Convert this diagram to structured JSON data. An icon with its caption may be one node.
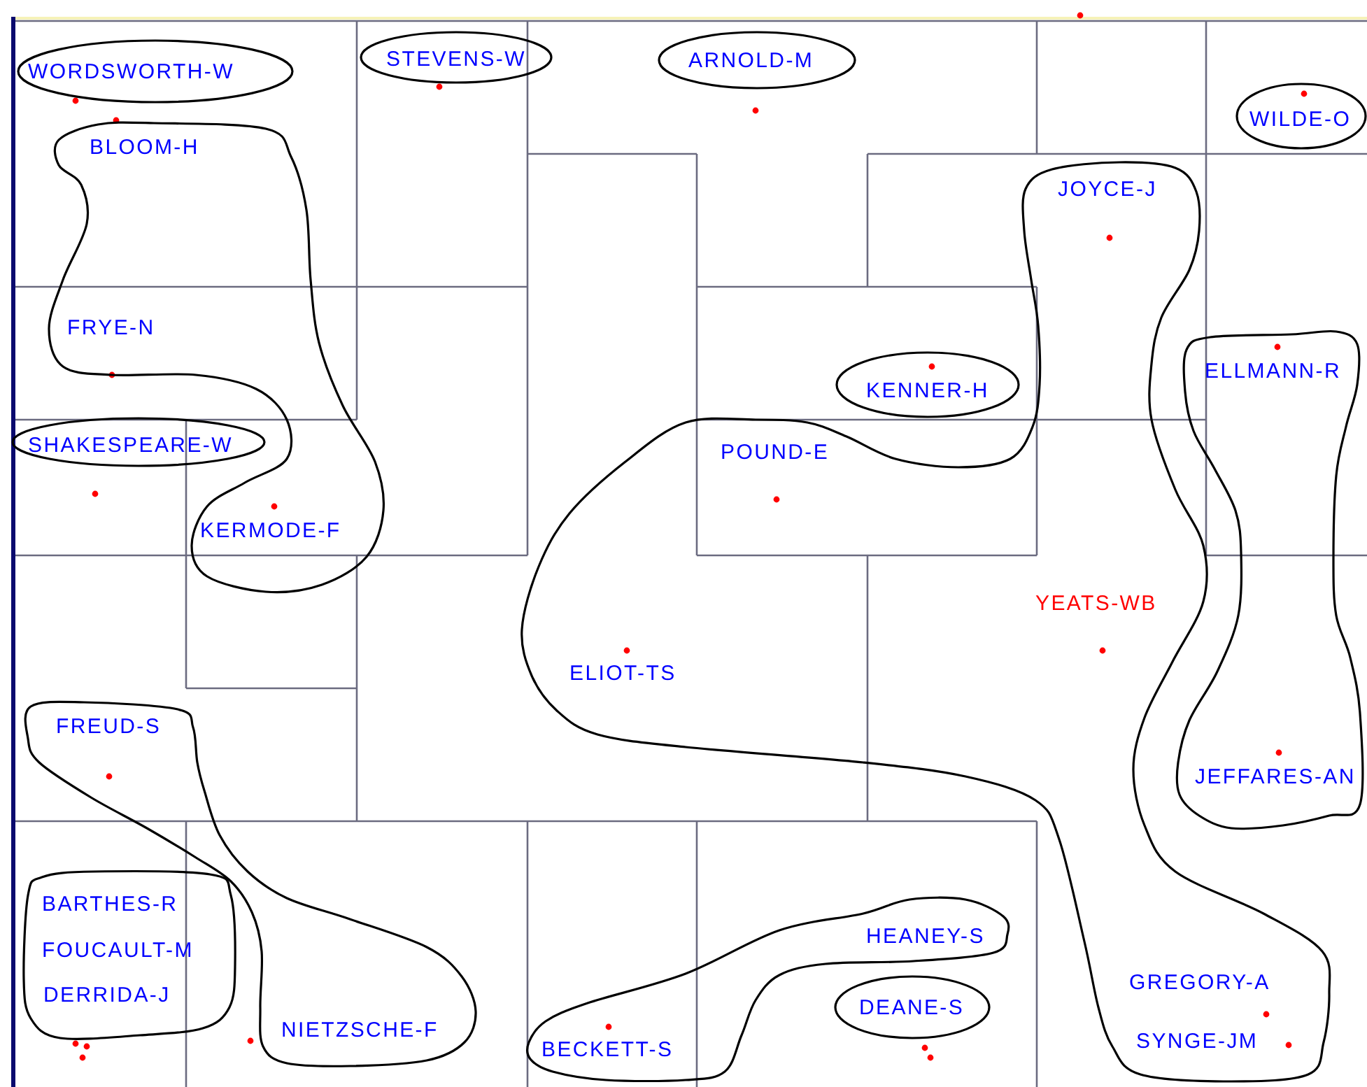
{
  "diagram": {
    "nodes": [
      {
        "text": [
          "WORDSWORTH-W"
        ]
      },
      {
        "text": [
          "STEVENS-W"
        ]
      },
      {
        "text": [
          "ARNOLD-M"
        ]
      },
      {
        "text": [
          "WILDE-O"
        ]
      },
      {
        "text": [
          "BLOOM-H",
          "FRYE-N",
          "KERMODE-F"
        ]
      },
      {
        "text": [
          "JOYCE-J",
          "POUND-E",
          "YEATS-WB",
          "ELIOT-TS",
          "GREGORY-A",
          "SYNGE-JM"
        ]
      },
      {
        "text": [
          "KENNER-H"
        ]
      },
      {
        "text": [
          "ELLMANN-R",
          "JEFFARES-AN"
        ]
      },
      {
        "text": [
          "SHAKESPEARE-W"
        ]
      },
      {
        "text": [
          "FREUD-S",
          "NIETZSCHE-F"
        ]
      },
      {
        "text": [
          "BARTHES-R",
          "FOUCAULT-M",
          "DERRIDA-J"
        ]
      },
      {
        "text": [
          "HEANEY-S",
          "BECKETT-S"
        ]
      },
      {
        "text": [
          "DEANE-S"
        ]
      }
    ]
  }
}
